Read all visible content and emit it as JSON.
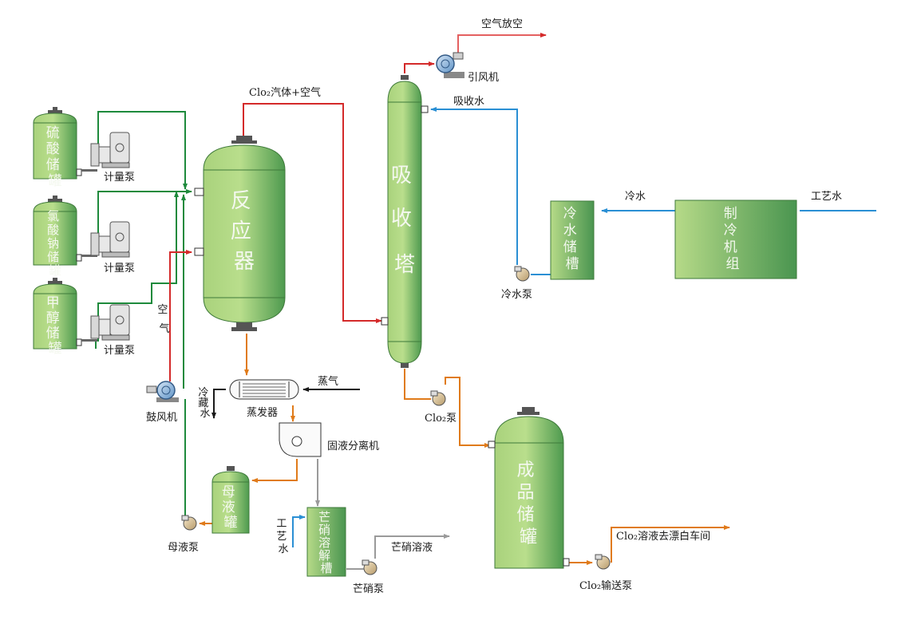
{
  "equipment": {
    "sulfuric_tank": [
      "硫",
      "酸",
      "储",
      "罐"
    ],
    "chlorate_tank": [
      "氯",
      "酸",
      "钠",
      "储",
      "罐"
    ],
    "methanol_tank": [
      "甲",
      "醇",
      "储",
      "罐"
    ],
    "reactor": [
      "反",
      "应",
      "器"
    ],
    "absorber": [
      "吸",
      "收",
      "塔"
    ],
    "cold_water_tank": [
      "冷",
      "水",
      "储",
      "槽"
    ],
    "chiller": [
      "制",
      "冷",
      "机",
      "组"
    ],
    "product_tank": [
      "成",
      "品",
      "储",
      "罐"
    ],
    "mother_tank": [
      "母",
      "液",
      "罐"
    ],
    "dissolve_tank": [
      "芒",
      "硝",
      "溶",
      "解",
      "槽"
    ]
  },
  "labels": {
    "meter_pump": "计量泵",
    "air_vent": "空气放空",
    "induced_fan": "引风机",
    "clo2_gas_air": "Clo₂汽体+空气",
    "absorb_water": "吸收水",
    "cold_water": "冷水",
    "process_water": "工艺水",
    "cold_water_pump": "冷水泵",
    "air_v": [
      "空",
      "气"
    ],
    "blower": "鼓风机",
    "chilled_water_v": [
      "冷",
      "藏",
      "水"
    ],
    "steam": "蒸气",
    "evaporator": "蒸发器",
    "separator": "固液分离机",
    "clo2_pump": "Clo₂泵",
    "mother_pump": "母液泵",
    "process_water_v": [
      "工",
      "艺",
      "水"
    ],
    "salt_solution": "芒硝溶液",
    "salt_pump": "芒硝泵",
    "clo2_to_bleach": "Clo₂溶液去漂白车间",
    "clo2_transfer_pump": "Clo₂输送泵"
  },
  "colors": {
    "acid_line": "#1e8a3c",
    "gas_line": "#d42a2a",
    "water_line": "#2a8fd4",
    "liquid_line": "#e07b1a",
    "black_line": "#1a1a1a",
    "gray_line": "#9a9a9a",
    "vessel_light": "#b8dc8a",
    "vessel_dark": "#4f9a4a"
  }
}
